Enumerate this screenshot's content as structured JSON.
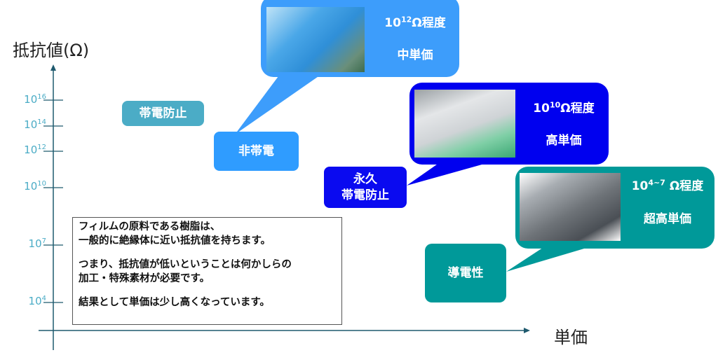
{
  "axis": {
    "y_label": "抵抗値(Ω)",
    "x_label": "単価",
    "ticks": [
      {
        "base": "10",
        "exp": "16"
      },
      {
        "base": "10",
        "exp": "14"
      },
      {
        "base": "10",
        "exp": "12"
      },
      {
        "base": "10",
        "exp": "10"
      },
      {
        "base": "10",
        "exp": "7"
      },
      {
        "base": "10",
        "exp": "4"
      }
    ]
  },
  "categories": {
    "antistatic": "帯電防止",
    "non_static": "非帯電",
    "permanent_line1": "永久",
    "permanent_line2": "帯電防止",
    "conductive": "導電性"
  },
  "callouts": [
    {
      "base": "10",
      "exp": "12",
      "unit": "Ω程度",
      "price": "中単価",
      "color": "#3d9dfb"
    },
    {
      "base": "10",
      "exp": "10",
      "unit": "Ω程度",
      "price": "高単価",
      "color": "#0000ef"
    },
    {
      "base": "10",
      "exp": "4~7",
      "unit": " Ω程度",
      "price": "超高単価",
      "color": "#009999"
    }
  ],
  "note": {
    "line1": "フィルムの原料である樹脂は、",
    "line2": "一般的に絶縁体に近い抵抗値を持ちます。",
    "line3": "つまり、抵抗値が低いということは何かしらの",
    "line4": "加工・特殊素材が必要です。",
    "line5": "結果として単価は少し高くなっています。"
  }
}
